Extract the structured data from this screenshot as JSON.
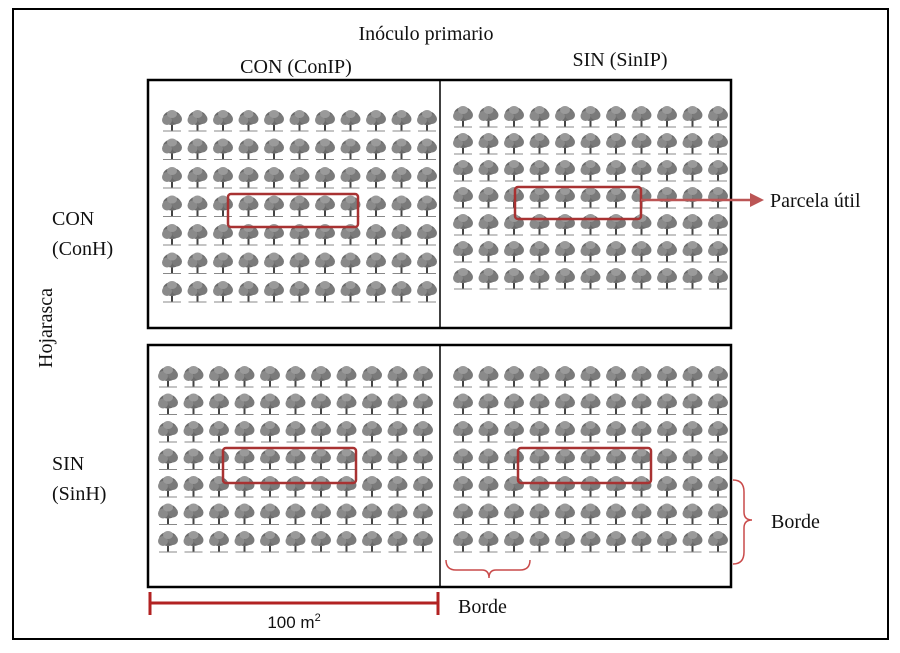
{
  "title": "Inóculo primario",
  "columns": [
    {
      "label": "CON (ConIP)"
    },
    {
      "label": "SIN (SinIP)"
    }
  ],
  "vertical_label": "Hojarasca",
  "rows": [
    {
      "label_line1": "CON",
      "label_line2": "(ConH)"
    },
    {
      "label_line1": "SIN",
      "label_line2": "(SinH)"
    }
  ],
  "annotations": {
    "parcela_util": "Parcela útil",
    "borde_right": "Borde",
    "borde_bottom": "Borde",
    "scale": "100 m",
    "scale_superscript": "2"
  },
  "colors": {
    "highlight": "#a83232",
    "scale_bar": "#b22222",
    "tree": "#555555",
    "bracket": "#c94a4a"
  },
  "icons": {
    "tree": "tree-icon"
  }
}
